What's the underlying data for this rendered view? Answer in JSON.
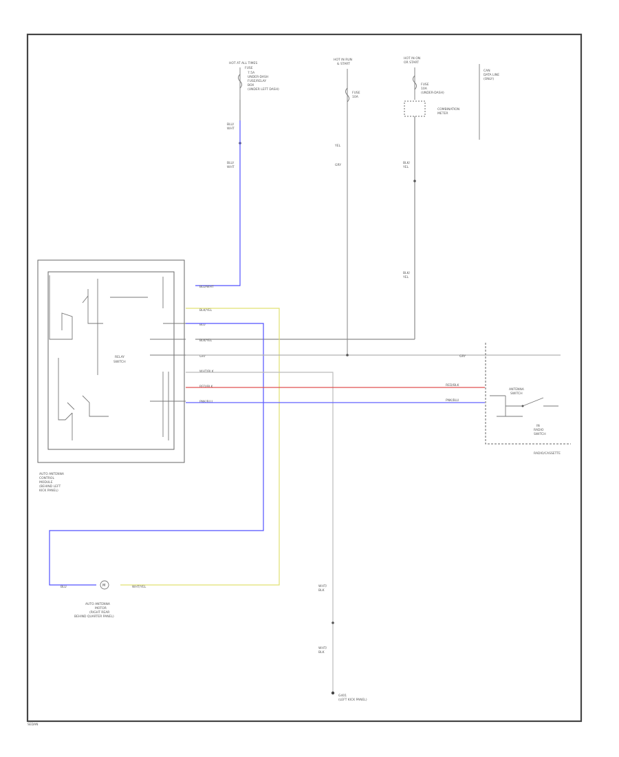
{
  "colors": {
    "frame": "#444444",
    "wire_black": "#8a8a8a",
    "wire_blue": "#5050ff",
    "wire_yellow": "#e0e070",
    "wire_red": "#e05050",
    "wire_gray": "#b0b0b0"
  },
  "labels": {
    "hot_at_all_times": "HOT AT ALL TIMES",
    "fuse_top_1": "FUSE",
    "fuse_top_2": "7.5A",
    "fuse_top_3": "UNDER-DASH",
    "fuse_top_4": "FUSE/RELAY",
    "fuse_top_5": "BOX",
    "fuse_top_6": "(UNDER LEFT DASH)",
    "wire_top1_a": "BLU/",
    "wire_top1_b": "WHT",
    "wire_top1_c": "BLU/",
    "wire_top1_d": "WHT",
    "hot_in_run_1": "HOT IN RUN",
    "hot_in_run_2": "& START",
    "fuse_mid_1": "FUSE",
    "fuse_mid_2": "10A",
    "wire_mid_a": "YEL",
    "wire_mid_b": "GRY",
    "hot_in_on_1": "HOT IN ON",
    "hot_in_on_2": "OR START",
    "fuse_r_1": "FUSE",
    "fuse_r_2": "10A",
    "fuse_r_3": "(UNDER-DASH)",
    "combo_1": "COMBINATION",
    "combo_2": "METER",
    "wire_r_a": "BLK/",
    "wire_r_b": "YEL",
    "wire_r_c": "BLK/",
    "wire_r_d": "YEL",
    "far_r_1": "CAN",
    "far_r_2": "DATA LINE",
    "far_r_3": "(ONLY)",
    "relay_1": "RELAY",
    "relay_2": "SWITCH",
    "pin1": "BLU/WHT",
    "pin2": "BLK/YEL",
    "pin3": "BLU",
    "pin4": "BLK/YEL",
    "pin5": "GRY",
    "pin6": "WHT/BLK",
    "pin7": "RED/BLK",
    "pin8": "PNK/BLU",
    "module_1": "AUTO ANTENNA",
    "module_2": "CONTROL",
    "module_3": "MODULE",
    "module_4": "(BEHIND LEFT",
    "module_5": "KICK PANEL)",
    "right_gry": "GRY",
    "right_red": "RED/BLK",
    "right_pnk": "PNK/BLU",
    "sw_1": "ANTENNA",
    "sw_2": "SWITCH",
    "sw_3": "IN",
    "sw_4": "RADIO",
    "sw_5": "SWITCH",
    "radio_assy": "RADIO/CASSETTE",
    "motor_1": "AUTO ANTENNA",
    "motor_2": "MOTOR",
    "motor_3": "(RIGHT REAR",
    "motor_4": "BEHIND QUARTER PANEL)",
    "motor_left_wire": "BLU",
    "motor_right_wire": "WHT/YEL",
    "ground_wire_a": "WHT/",
    "ground_wire_b": "BLK",
    "ground_wire_c": "WHT/",
    "ground_wire_d": "BLK",
    "ground_1": "G401",
    "ground_2": "(LEFT KICK PANEL)",
    "footer": "SEDAN"
  }
}
